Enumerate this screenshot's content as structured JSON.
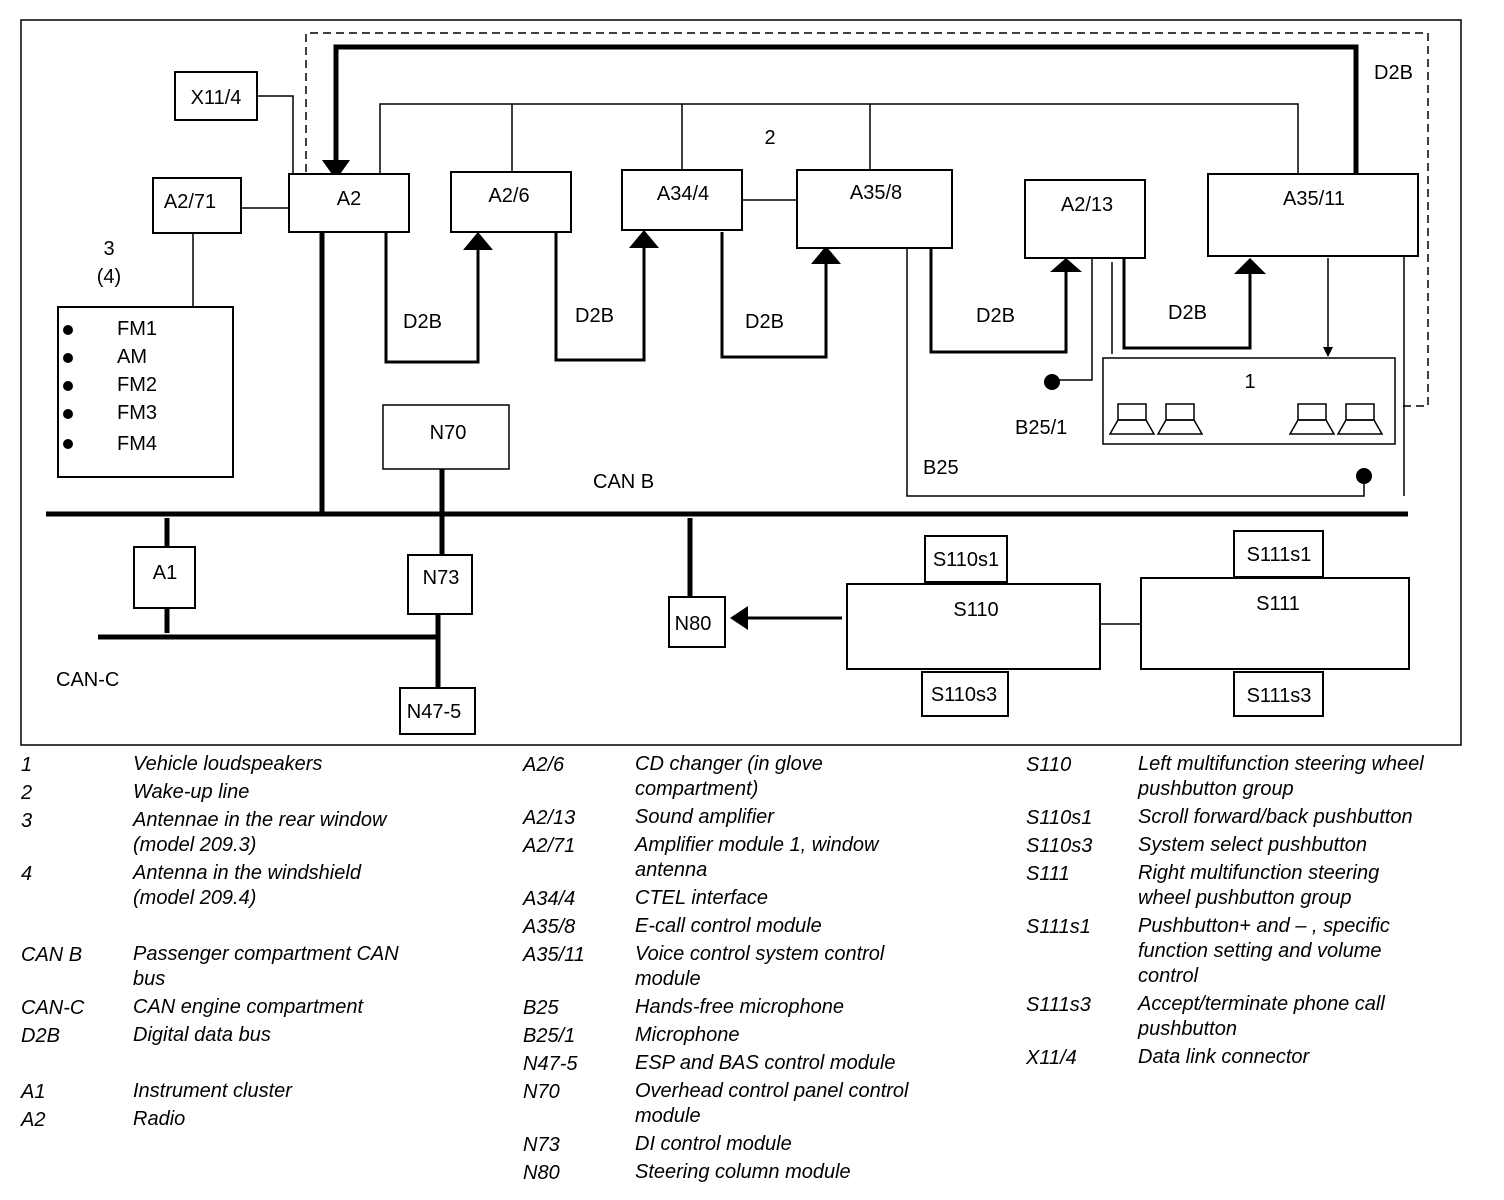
{
  "diagram": {
    "boxes": {
      "x11_4": "X11/4",
      "a2_71": "A2/71",
      "a2": "A2",
      "a2_6": "A2/6",
      "a34_4": "A34/4",
      "a35_8": "A35/8",
      "a2_13": "A2/13",
      "a35_11": "A35/11",
      "n70": "N70",
      "a1": "A1",
      "n73": "N73",
      "n47_5": "N47-5",
      "n80": "N80",
      "s110": "S110",
      "s110s1": "S110s1",
      "s110s3": "S110s3",
      "s111": "S111",
      "s111s1": "S111s1",
      "s111s3": "S111s3",
      "speakers": "1"
    },
    "antenna_label": "3",
    "antenna_label_alt": "(4)",
    "antenna_items": [
      "FM1",
      "AM",
      "FM2",
      "FM3",
      "FM4"
    ],
    "labels": {
      "d2b_top": "D2B",
      "wakeup": "2",
      "d2b_1": "D2B",
      "d2b_2": "D2B",
      "d2b_3": "D2B",
      "d2b_4": "D2B",
      "d2b_5": "D2B",
      "b25_1": "B25/1",
      "b25": "B25",
      "can_b": "CAN B",
      "can_c": "CAN-C"
    }
  },
  "legend": {
    "columns": [
      [
        {
          "code": "1",
          "desc": "Vehicle loudspeakers"
        },
        {
          "code": "2",
          "desc": "Wake-up line"
        },
        {
          "code": "3",
          "desc": "Antennae in the rear window\n(model 209.3)"
        },
        {
          "code": "4",
          "desc": "Antenna in the windshield\n(model 209.4)"
        },
        {
          "code": "",
          "desc": ""
        },
        {
          "code": "CAN B",
          "desc": "Passenger compartment CAN\nbus"
        },
        {
          "code": "CAN-C",
          "desc": "CAN engine compartment"
        },
        {
          "code": "D2B",
          "desc": "Digital data bus"
        },
        {
          "code": "",
          "desc": ""
        },
        {
          "code": "A1",
          "desc": "Instrument cluster"
        },
        {
          "code": "A2",
          "desc": "Radio"
        }
      ],
      [
        {
          "code": "A2/6",
          "desc": "CD changer (in glove\ncompartment)"
        },
        {
          "code": "A2/13",
          "desc": "Sound amplifier"
        },
        {
          "code": "A2/71",
          "desc": "Amplifier module 1, window\nantenna"
        },
        {
          "code": "A34/4",
          "desc": "CTEL interface"
        },
        {
          "code": "A35/8",
          "desc": "E-call control module"
        },
        {
          "code": "A35/11",
          "desc": "Voice control system control\nmodule"
        },
        {
          "code": "B25",
          "desc": "Hands-free microphone"
        },
        {
          "code": "B25/1",
          "desc": "Microphone"
        },
        {
          "code": "N47-5",
          "desc": "ESP and BAS control module"
        },
        {
          "code": "N70",
          "desc": "Overhead control panel control\nmodule"
        },
        {
          "code": "N73",
          "desc": "DI control module"
        },
        {
          "code": "N80",
          "desc": "Steering column module"
        }
      ],
      [
        {
          "code": "S110",
          "desc": "Left multifunction steering wheel\npushbutton group"
        },
        {
          "code": "S110s1",
          "desc": "Scroll forward/back pushbutton"
        },
        {
          "code": "S110s3",
          "desc": "System select pushbutton"
        },
        {
          "code": "S111",
          "desc": "Right multifunction steering\nwheel pushbutton group"
        },
        {
          "code": "S111s1",
          "desc": "Pushbutton+ and  – , specific\nfunction setting and volume\ncontrol"
        },
        {
          "code": "S111s3",
          "desc": "Accept/terminate phone call\npushbutton"
        },
        {
          "code": "X11/4",
          "desc": "Data link connector"
        }
      ]
    ]
  }
}
